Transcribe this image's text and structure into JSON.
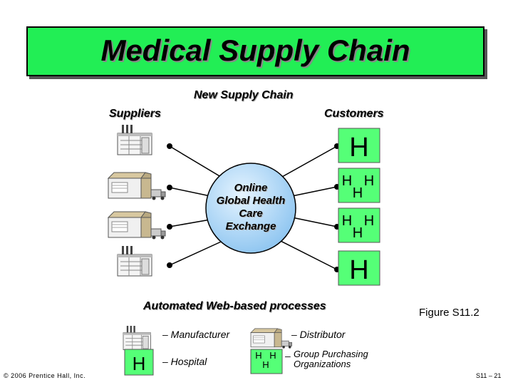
{
  "title": "Medical Supply Chain",
  "subtitle": "New Supply Chain",
  "left_header": "Suppliers",
  "right_header": "Customers",
  "center_label": [
    "Online",
    "Global Health",
    "Care",
    "Exchange"
  ],
  "hospital_glyph": "H",
  "bottom_caption": "Automated Web-based processes",
  "figure_label": "Figure S11.2",
  "legend": {
    "manufacturer": "– Manufacturer",
    "distributor": "– Distributor",
    "hospital": "– Hospital",
    "gpo_dash": "–",
    "gpo_line1": "Group Purchasing",
    "gpo_line2": "Organizations"
  },
  "copyright": "© 2006 Prentice Hall, Inc.",
  "page_number": "S11 – 21",
  "colors": {
    "title_bg": "#22ee55",
    "exchange_fill": "#a8d4f5",
    "hospital_box": "#55ff77"
  },
  "icons": {
    "manufacturer": "factory-icon",
    "distributor": "warehouse-truck-icon",
    "hospital": "hospital-h-icon",
    "gpo": "hospital-group-icon"
  }
}
